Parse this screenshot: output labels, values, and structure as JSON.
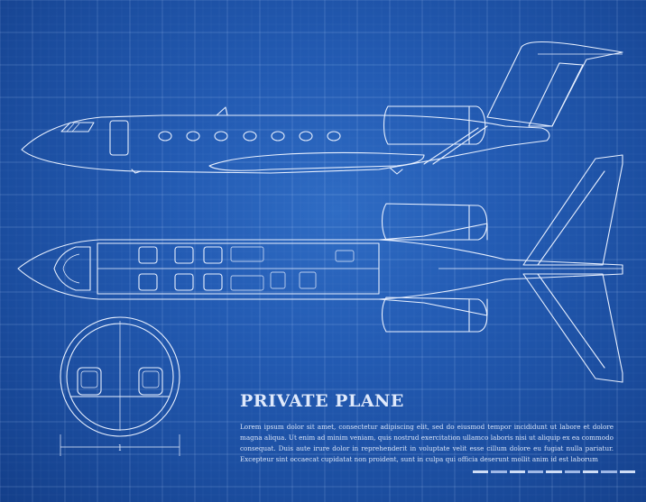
{
  "title": "PRIVATE PLANE",
  "description": "Lorem ipsum dolor sit amet, consectetur adipiscing elit, sed do eiusmod tempor incididunt ut labore et dolore magna aliqua. Ut enim ad minim veniam, quis nostrud exercitation ullamco laboris nisi ut aliquip ex ea commodo consequat. Duis aute irure dolor in reprehenderit in voluptate velit esse cillum dolore eu fugiat nulla pariatur. Excepteur sint occaecat cupidatat non proident, sunt in culpa qui officia deserunt mollit anim id est laborum",
  "dimension_label": "l",
  "colors": {
    "background": "#235bb3",
    "line": "#e8f0ff"
  }
}
